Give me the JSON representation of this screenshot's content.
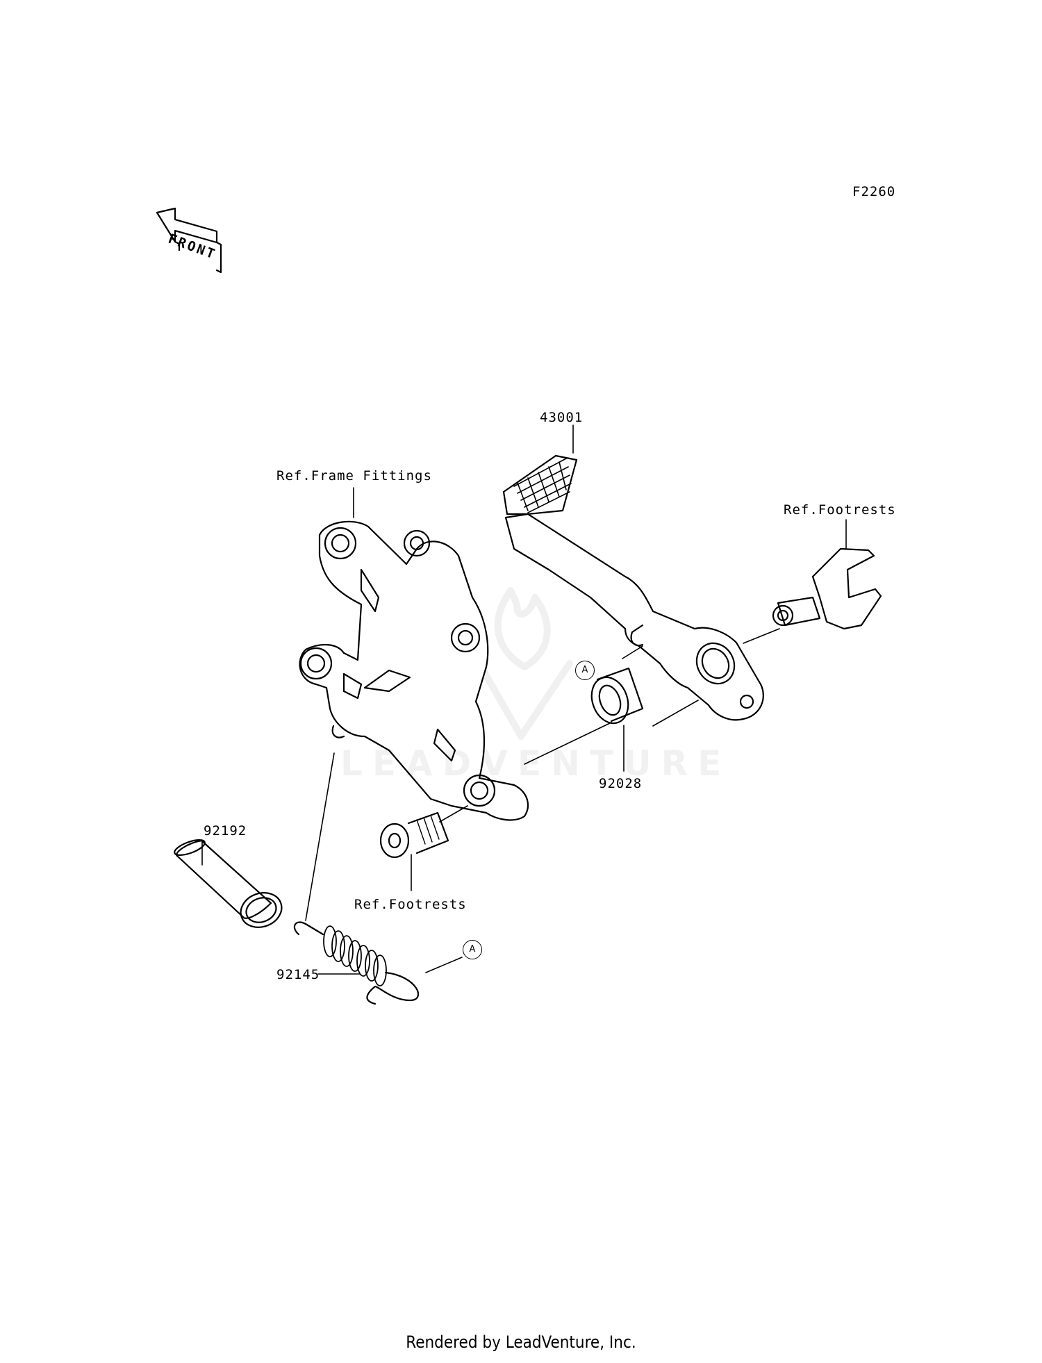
{
  "diagram": {
    "ref_code": "F2260",
    "front_arrow_text": "FRONT",
    "watermark_text": "LEADVENTURE",
    "labels": {
      "brake_pedal": "43001",
      "ref_frame_fittings": "Ref.Frame Fittings",
      "ref_footrests_right": "Ref.Footrests",
      "ref_footrests_bolt": "Ref.Footrests",
      "collar": "92028",
      "pipe": "92192",
      "spring": "92145"
    },
    "marker_a": "A",
    "footer": "Rendered by LeadVenture, Inc."
  }
}
